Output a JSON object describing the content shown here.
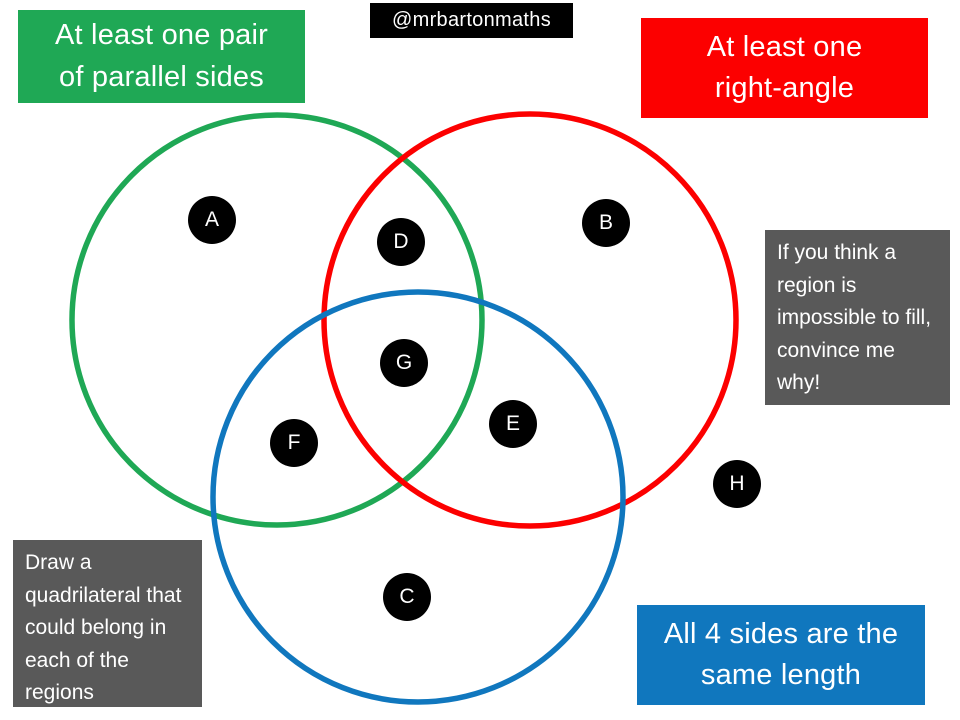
{
  "watermark": {
    "label": "@mrbartonmaths",
    "background": "#000000",
    "text_color": "#ffffff"
  },
  "category_boxes": {
    "parallel": {
      "lines": [
        "At least one pair",
        "of parallel sides"
      ],
      "background": "#1fa855",
      "text_color": "#ffffff"
    },
    "right_angle": {
      "lines": [
        "At least one",
        "right-angle"
      ],
      "background": "#fc0000",
      "text_color": "#ffffff"
    },
    "equal_sides": {
      "lines": [
        "All 4 sides are the",
        "same length"
      ],
      "background": "#1077be",
      "text_color": "#ffffff"
    }
  },
  "instruction_boxes": {
    "impossible": {
      "text": "If you think a region is impossible to fill, convince me why!",
      "background": "#595959",
      "text_color": "#ffffff"
    },
    "draw": {
      "text": "Draw a quadrilateral that could belong in each of the regions",
      "background": "#595959",
      "text_color": "#ffffff"
    }
  },
  "venn": {
    "circles": [
      {
        "name": "at-least-one-pair-of-parallel-sides",
        "color": "#1fa855"
      },
      {
        "name": "at-least-one-right-angle",
        "color": "#fc0000"
      },
      {
        "name": "all-4-sides-are-the-same-length",
        "color": "#1077be"
      }
    ],
    "badge_background": "#000000",
    "badge_text_color": "#ffffff",
    "badges": [
      {
        "letter": "A"
      },
      {
        "letter": "B"
      },
      {
        "letter": "C"
      },
      {
        "letter": "D"
      },
      {
        "letter": "E"
      },
      {
        "letter": "F"
      },
      {
        "letter": "G"
      },
      {
        "letter": "H"
      }
    ]
  }
}
